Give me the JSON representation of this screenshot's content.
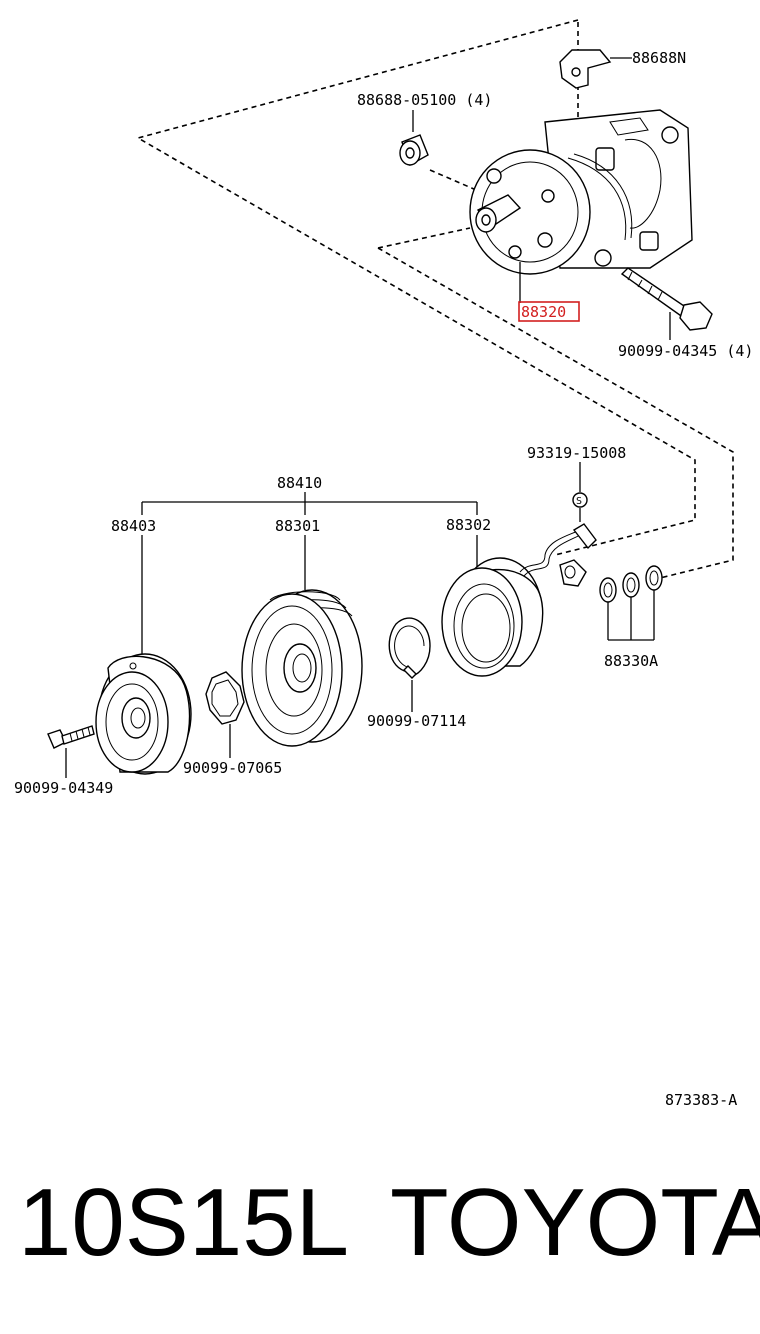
{
  "labels": {
    "p88688N": "88688N",
    "p88688_05100": "88688-05100 (4)",
    "p88320": "88320",
    "p90099_04345": "90099-04345 (4)",
    "p93319_15008": "93319-15008",
    "p88410": "88410",
    "p88403": "88403",
    "p88301": "88301",
    "p88302": "88302",
    "p88330A": "88330A",
    "p90099_07114": "90099-07114",
    "p90099_07065": "90099-07065",
    "p90099_04349": "90099-04349",
    "figure_code": "873383-A",
    "s_mark": "S"
  },
  "footer": {
    "model": "10S15L",
    "brand": "TOYOTA"
  },
  "highlight_color": "#d21f1f"
}
